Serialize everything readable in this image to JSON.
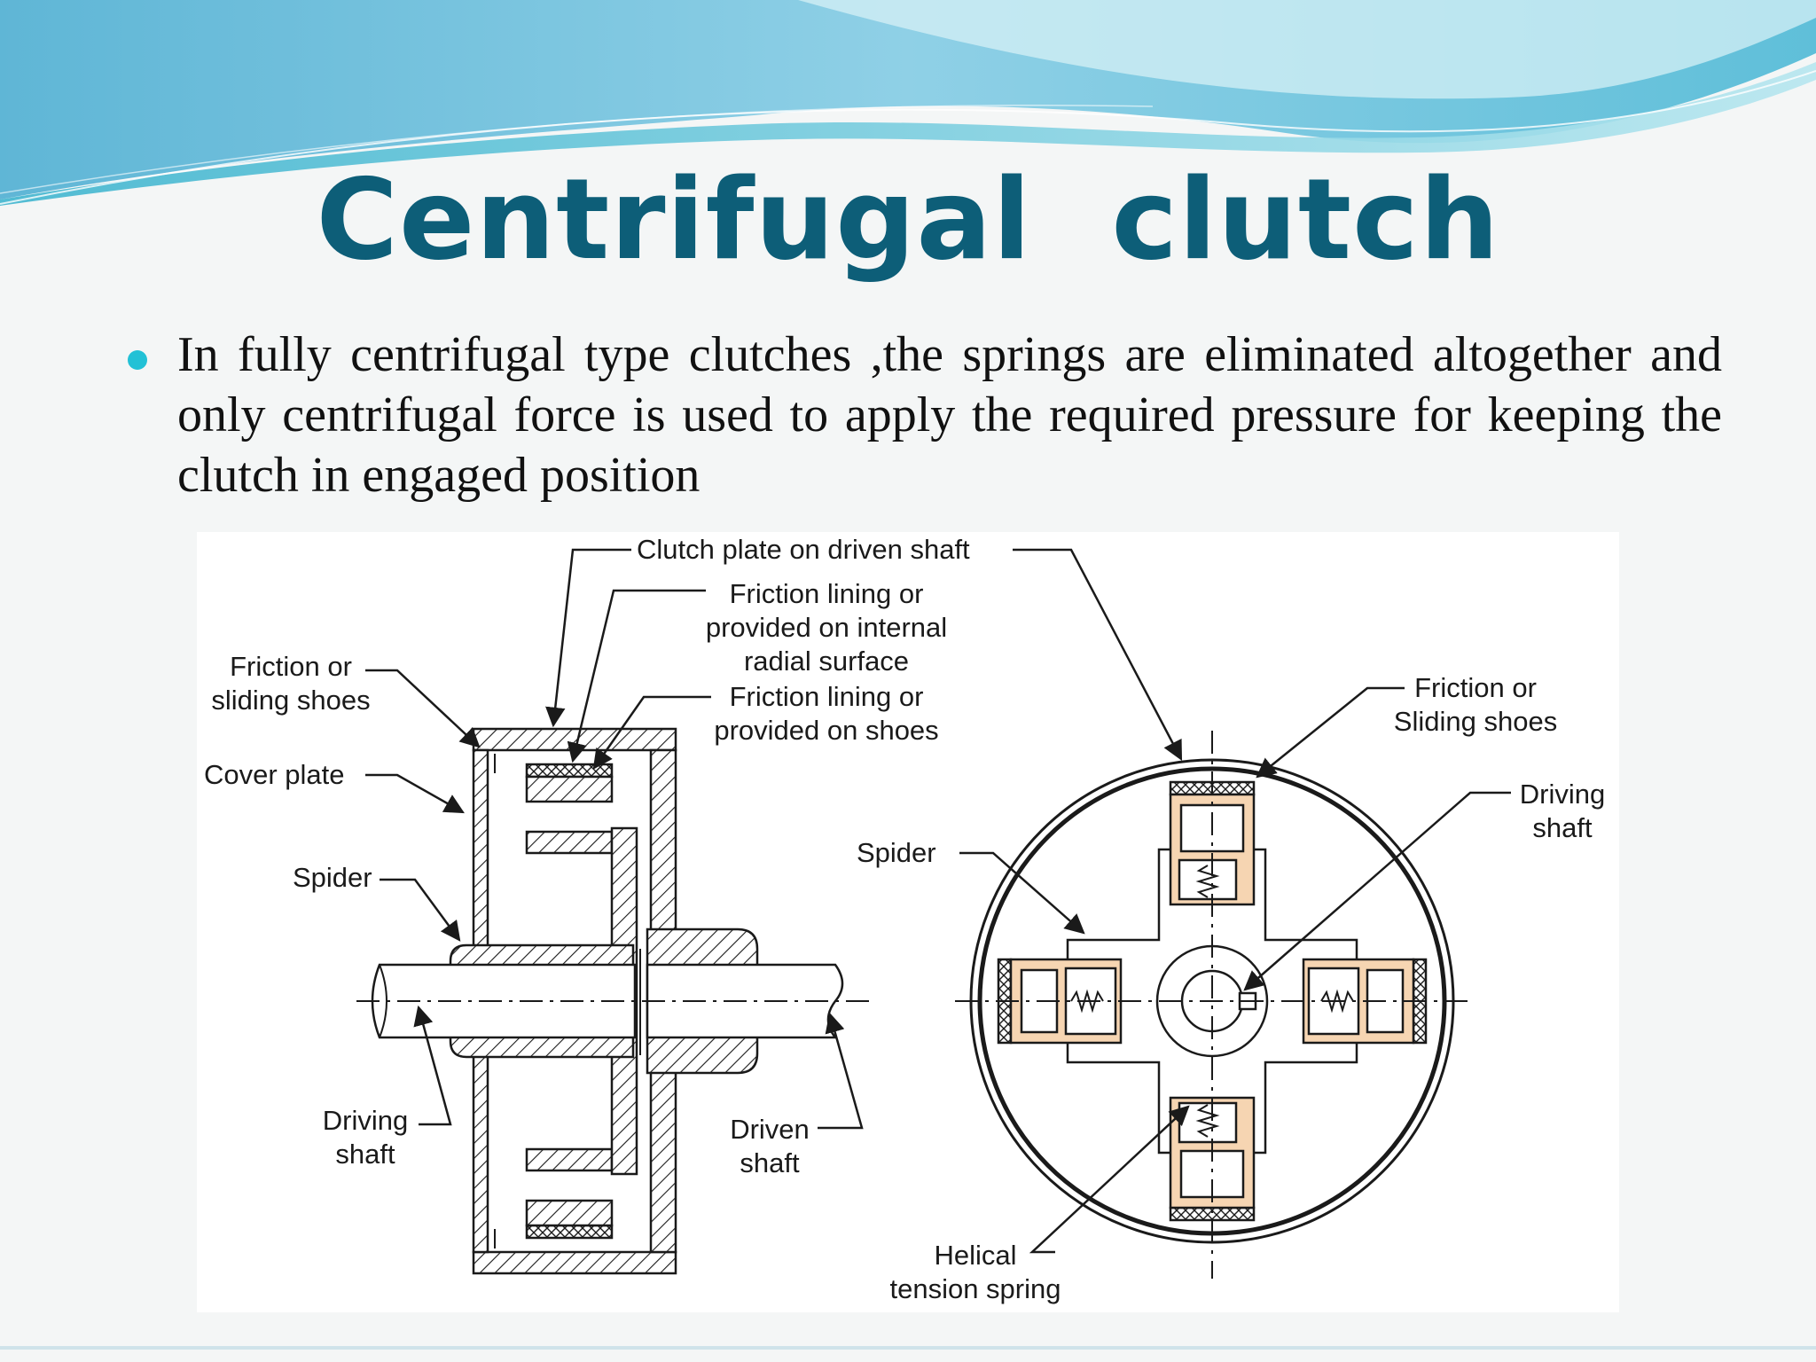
{
  "slide": {
    "title": "Centrifugal  clutch",
    "bullet": "In fully centrifugal type clutches ,the springs are eliminated altogether and only centrifugal force is used to apply the required pressure for keeping the clutch in engaged position"
  },
  "diagram": {
    "colors": {
      "shoe_fill": "#f6d5b2",
      "ink": "#1a1a1a",
      "title": "#0d5e78",
      "accent": "#22c1d6"
    },
    "labels": {
      "clutch_plate": "Clutch plate on driven shaft",
      "friction_lining_internal_1": "Friction lining or",
      "friction_lining_internal_2": "provided on internal",
      "friction_lining_internal_3": "radial surface",
      "friction_lining_shoes_1": "Friction lining or",
      "friction_lining_shoes_2": "provided on shoes",
      "friction_shoes_left_1": "Friction or",
      "friction_shoes_left_2": "sliding shoes",
      "cover_plate": "Cover plate",
      "spider_left": "Spider",
      "driving_shaft_left_1": "Driving",
      "driving_shaft_left_2": "shaft",
      "driven_shaft_1": "Driven",
      "driven_shaft_2": "shaft",
      "friction_shoes_right_1": "Friction or",
      "friction_shoes_right_2": "Sliding shoes",
      "driving_shaft_right_1": "Driving",
      "driving_shaft_right_2": "shaft",
      "spider_right": "Spider",
      "helical_spring_1": "Helical",
      "helical_spring_2": "tension spring"
    }
  }
}
